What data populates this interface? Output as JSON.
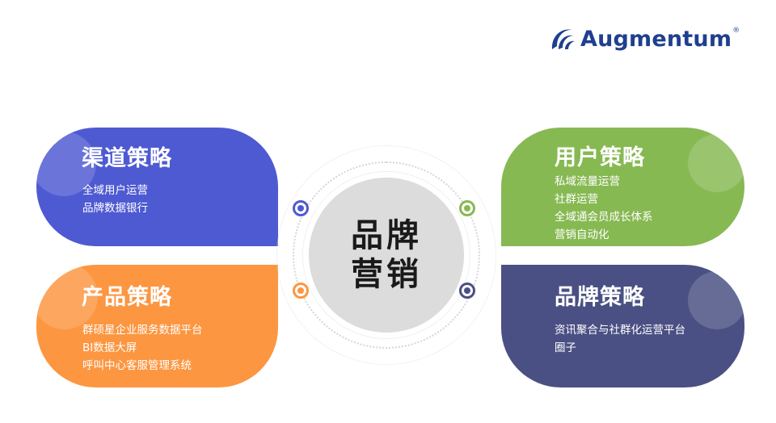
{
  "brand": {
    "logo_text": "Augmentum",
    "logo_registered": "®",
    "logo_icon": "augmentum-swirl-icon",
    "color": "#1f3f8f"
  },
  "center": {
    "line1": "品牌",
    "line2": "营销",
    "color": "#dcdcdc"
  },
  "cards": {
    "channel": {
      "title": "渠道策略",
      "color": "#4e5ad2",
      "items": [
        "全域用户运营",
        "品牌数据银行"
      ]
    },
    "product": {
      "title": "产品策略",
      "color": "#fc9641",
      "items": [
        "群硕星企业服务数据平台",
        "BI数据大屏",
        "呼叫中心客服管理系统"
      ]
    },
    "user": {
      "title": "用户策略",
      "color": "#87b953",
      "items": [
        "私域流量运营",
        "社群运营",
        "全域通会员成长体系",
        "营销自动化"
      ]
    },
    "brand": {
      "title": "品牌策略",
      "color": "#4a5083",
      "items": [
        "资讯聚合与社群化运营平台",
        "圈子"
      ]
    }
  },
  "connectors": {
    "channel_dot": "#4e5ad2",
    "product_dot": "#fc9641",
    "user_dot": "#87b953",
    "brand_dot": "#4a5083"
  }
}
